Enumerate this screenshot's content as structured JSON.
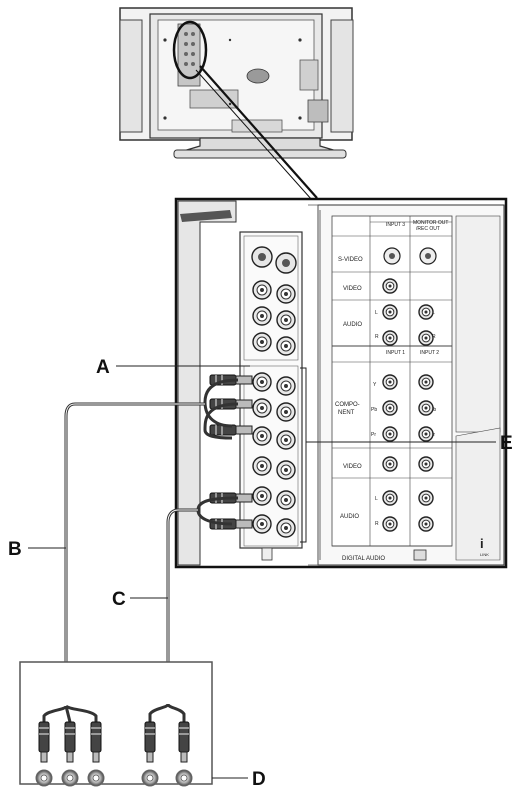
{
  "callouts": {
    "a": "A",
    "b": "B",
    "c": "C",
    "d": "D",
    "e": "E"
  },
  "panel_labels": {
    "input3": "INPUT 3",
    "monitor_out": "MONITOR OUT",
    "rec_out": "/REC OUT",
    "s_video": "S-VIDEO",
    "video_top": "VIDEO",
    "audio_top": "AUDIO",
    "l_left_top": "L",
    "r_left_top": "R",
    "l_right_top": "L",
    "r_right_top": "R",
    "input1": "INPUT 1",
    "input2": "INPUT 2",
    "component_line1": "COMPO-",
    "component_line2": "NENT",
    "y_left": "Y",
    "pb_left": "Pb",
    "pr_left": "Pr",
    "y_right": "Y",
    "pb_right": "Pb",
    "pr_right": "Pr",
    "video_bottom": "VIDEO",
    "audio_bottom": "AUDIO",
    "l_left_bottom": "L",
    "r_left_bottom": "R",
    "l_right_bottom": "L",
    "r_right_bottom": "R",
    "digital_audio": "DIGITAL AUDIO",
    "brand_mark": "i",
    "brand_sub": "LINK"
  }
}
